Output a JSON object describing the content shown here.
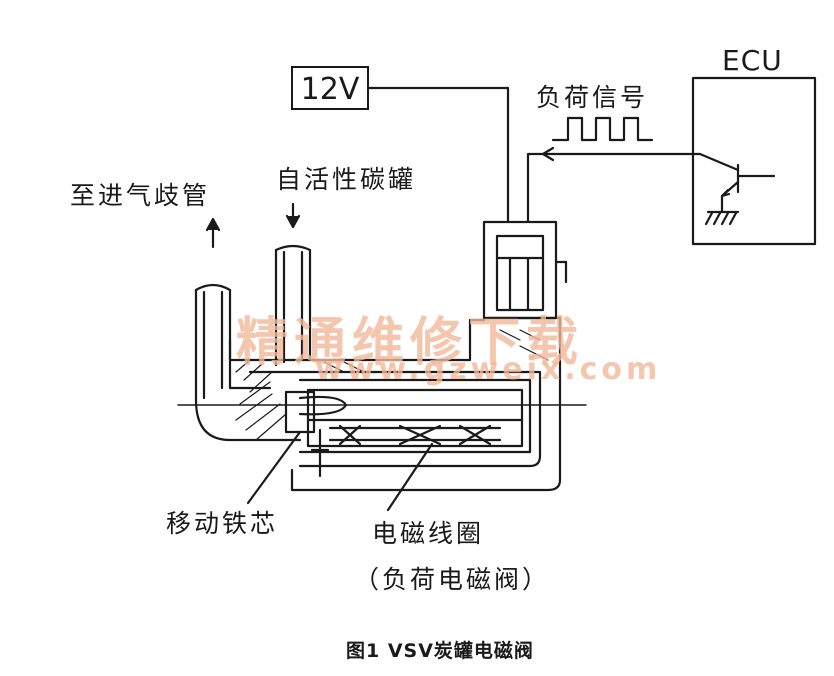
{
  "labels": {
    "power_supply": "12V",
    "ecu": "ECU",
    "load_signal": "负荷信号",
    "to_intake_manifold": "至进气歧管",
    "from_canister": "自活性碳罐",
    "moving_core": "移动铁芯",
    "solenoid_coil": "电磁线圈",
    "load_solenoid_valve": "（负荷电磁阀）"
  },
  "watermark": {
    "text_cn": "精通维修下载",
    "text_url": "www.gzweix.com"
  },
  "caption": "图1 VSV炭罐电磁阀"
}
